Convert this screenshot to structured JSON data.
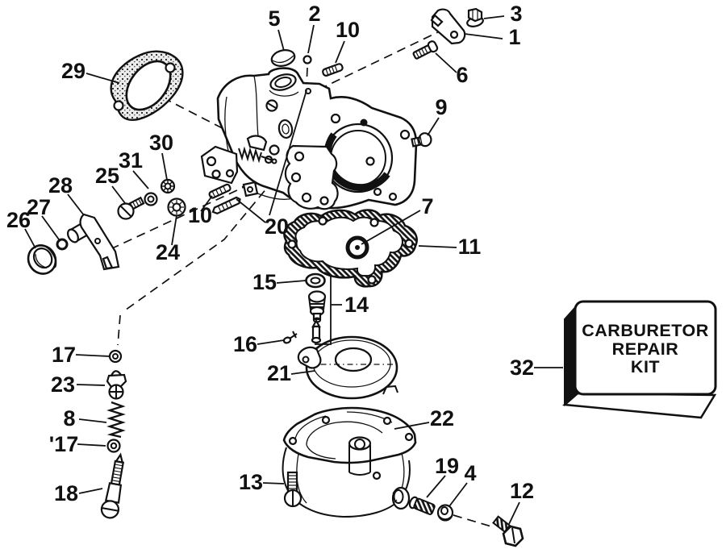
{
  "figure": {
    "type": "exploded-parts-diagram",
    "subject": "Carburetor",
    "kit_box": {
      "line1": "CARBURETOR",
      "line2": "REPAIR",
      "line3": "KIT"
    },
    "callouts": [
      {
        "text": "5"
      },
      {
        "text": "2"
      },
      {
        "text": "10"
      },
      {
        "text": "3"
      },
      {
        "text": "1"
      },
      {
        "text": "6"
      },
      {
        "text": "29"
      },
      {
        "text": "9"
      },
      {
        "text": "30"
      },
      {
        "text": "31"
      },
      {
        "text": "25"
      },
      {
        "text": "28"
      },
      {
        "text": "27"
      },
      {
        "text": "26"
      },
      {
        "text": "10"
      },
      {
        "text": "24"
      },
      {
        "text": "20"
      },
      {
        "text": "7"
      },
      {
        "text": "11"
      },
      {
        "text": "15"
      },
      {
        "text": "14"
      },
      {
        "text": "16"
      },
      {
        "text": "21"
      },
      {
        "text": "32"
      },
      {
        "text": "17"
      },
      {
        "text": "23"
      },
      {
        "text": "8"
      },
      {
        "text": "'17"
      },
      {
        "text": "18"
      },
      {
        "text": "22"
      },
      {
        "text": "13"
      },
      {
        "text": "19"
      },
      {
        "text": "4"
      },
      {
        "text": "12"
      }
    ]
  }
}
